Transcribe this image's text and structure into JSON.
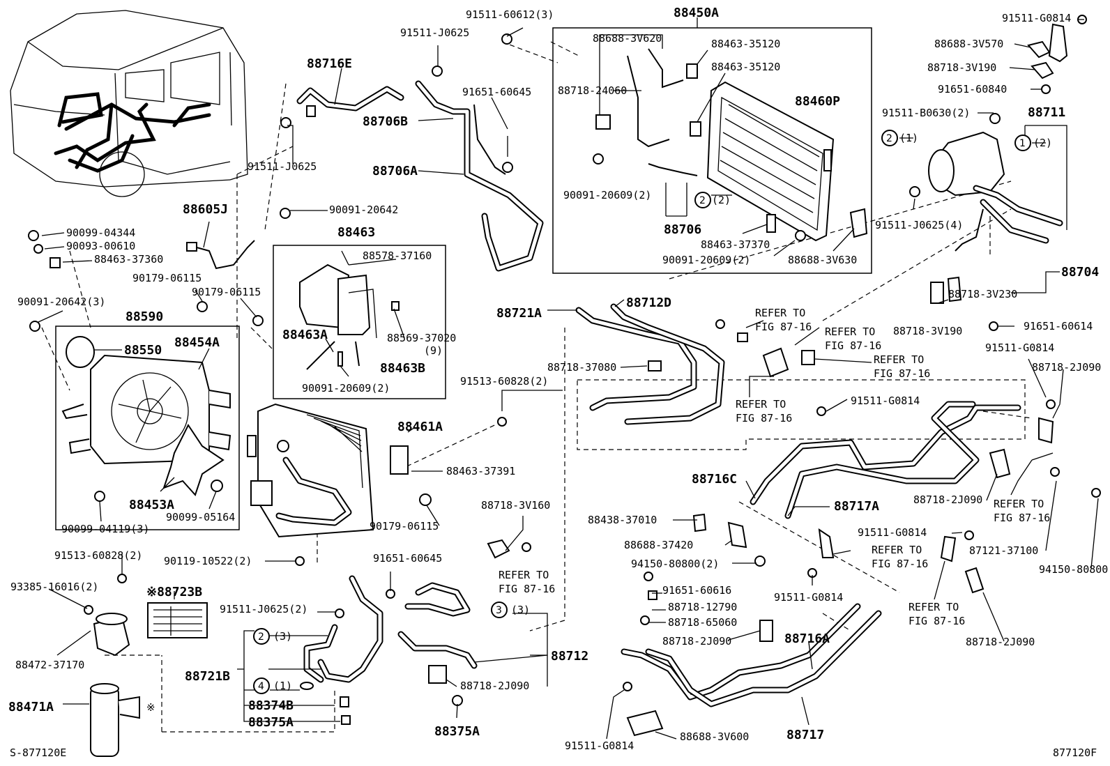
{
  "diagram_id_left": "S-877120E",
  "diagram_id_right": "877120F",
  "marker_note": "※88723B",
  "marker_symbol": "※",
  "circle_refs": [
    "1",
    "2",
    "3",
    "4"
  ],
  "qty": {
    "q1": "(1)",
    "q2": "(2)",
    "q3": "(3)"
  },
  "refer": {
    "line1": "REFER TO",
    "line2": "FIG 87-16"
  },
  "labels": {
    "p91511_60612": "91511-60612(3)",
    "p91511_J0625_a": "91511-J0625",
    "p88716E": "88716E",
    "p91651_60645_a": "91651-60645",
    "p88706B": "88706B",
    "p88706A": "88706A",
    "p91511_J0625_b": "91511-J0625",
    "p88605J": "88605J",
    "p90091_20642_a": "90091-20642",
    "p88463": "88463",
    "p88578_37160": "88578-37160",
    "p88569_37020": "88569-37020",
    "p88569_qty": "(9)",
    "p88463A": "88463A",
    "p88463B": "88463B",
    "p90091_20609_a": "90091-20609(2)",
    "p90099_04344": "90099-04344",
    "p90093_00610": "90093-00610",
    "p88463_37360": "88463-37360",
    "p90179_06115_a": "90179-06115",
    "p90179_06115_b": "90179-06115",
    "p90091_20642_3": "90091-20642(3)",
    "p88590": "88590",
    "p88550": "88550",
    "p88454A": "88454A",
    "p88453A": "88453A",
    "p90099_05164": "90099-05164",
    "p90099_04119": "90099-04119(3)",
    "p88450A": "88450A",
    "p88688_3V620": "88688-3V620",
    "p88463_35120_a": "88463-35120",
    "p88463_35120_b": "88463-35120",
    "p88718_24060": "88718-24060",
    "p88460P": "88460P",
    "p90091_20609_b": "90091-20609(2)",
    "p88706": "88706",
    "p88463_37370": "88463-37370",
    "p90091_20609_c": "90091-20609(2)",
    "p88688_3V630": "88688-3V630",
    "p91511_G0814_a": "91511-G0814",
    "p88688_3V570": "88688-3V570",
    "p88718_3V190_a": "88718-3V190",
    "p91651_60840": "91651-60840",
    "p91511_B0630": "91511-B0630(2)",
    "p88711": "88711",
    "p91511_J0625_4": "91511-J0625(4)",
    "p88704": "88704",
    "p88718_3V230": "88718-3V230",
    "p88718_3V190_b": "88718-3V190",
    "p91651_60614": "91651-60614",
    "p91511_G0814_b": "91511-G0814",
    "p88718_2J090_a": "88718-2J090",
    "p88721A": "88721A",
    "p88712D": "88712D",
    "p88718_37080": "88718-37080",
    "p91511_G0814_c": "91511-G0814",
    "p91513_60828_a": "91513-60828(2)",
    "p88461A": "88461A",
    "p88463_37391": "88463-37391",
    "p90179_06115_c": "90179-06115",
    "p88716C": "88716C",
    "p88717A": "88717A",
    "p88718_2J090_b": "88718-2J090",
    "p88718_3V160": "88718-3V160",
    "p88438_37010": "88438-37010",
    "p88688_37420": "88688-37420",
    "p94150_80800_a": "94150-80800(2)",
    "p91511_G0814_d": "91511-G0814",
    "p87121_37100": "87121-37100",
    "p94150_80800_b": "94150-80800",
    "p91511_G0814_e": "91511-G0814",
    "p88718_2J090_c": "88718-2J090",
    "p91513_60828_b": "91513-60828(2)",
    "p90119_10522": "90119-10522(2)",
    "p91651_60645_b": "91651-60645",
    "p93385_16016": "93385-16016(2)",
    "p91511_J0625_2": "91511-J0625(2)",
    "p88721B": "88721B",
    "p88374B": "88374B",
    "p88375A_a": "88375A",
    "p88472_37170": "88472-37170",
    "p88471A": "88471A",
    "p88712": "88712",
    "p88718_2J090_d": "88718-2J090",
    "p88375A_b": "88375A",
    "p91651_60616": "91651-60616",
    "p88718_12790": "88718-12790",
    "p88718_65060": "88718-65060",
    "p88718_2J090_e": "88718-2J090",
    "p88716A": "88716A",
    "p91511_G0814_f": "91511-G0814",
    "p88688_3V600": "88688-3V600",
    "p88717": "88717"
  }
}
